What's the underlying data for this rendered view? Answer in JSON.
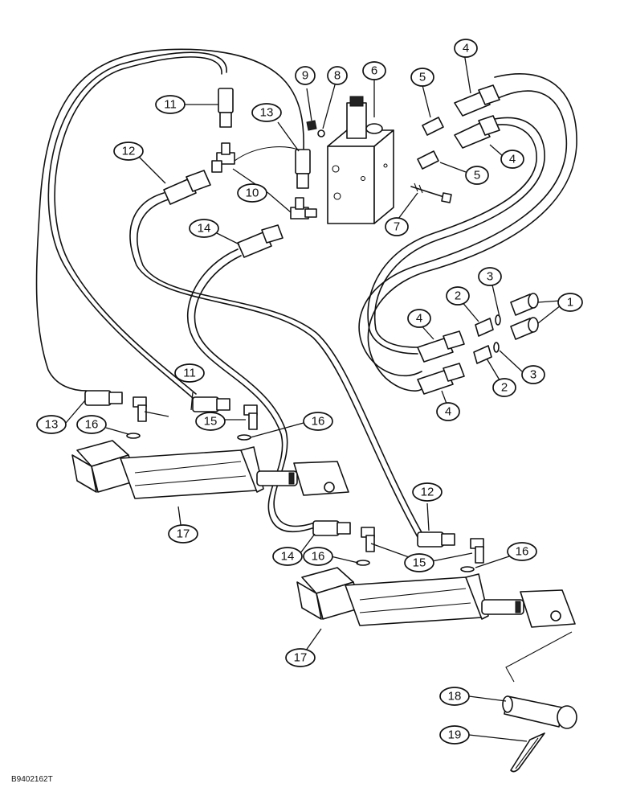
{
  "drawing_code": "B9402162T",
  "callouts": [
    {
      "id": "c1a",
      "label": "1"
    },
    {
      "id": "c2a",
      "label": "2"
    },
    {
      "id": "c2b",
      "label": "2"
    },
    {
      "id": "c3a",
      "label": "3"
    },
    {
      "id": "c3b",
      "label": "3"
    },
    {
      "id": "c4a",
      "label": "4"
    },
    {
      "id": "c4b",
      "label": "4"
    },
    {
      "id": "c4c",
      "label": "4"
    },
    {
      "id": "c4d",
      "label": "4"
    },
    {
      "id": "c5a",
      "label": "5"
    },
    {
      "id": "c5b",
      "label": "5"
    },
    {
      "id": "c6",
      "label": "6"
    },
    {
      "id": "c7",
      "label": "7"
    },
    {
      "id": "c8",
      "label": "8"
    },
    {
      "id": "c9",
      "label": "9"
    },
    {
      "id": "c10",
      "label": "10"
    },
    {
      "id": "c11a",
      "label": "11"
    },
    {
      "id": "c11b",
      "label": "11"
    },
    {
      "id": "c12a",
      "label": "12"
    },
    {
      "id": "c12b",
      "label": "12"
    },
    {
      "id": "c13a",
      "label": "13"
    },
    {
      "id": "c13b",
      "label": "13"
    },
    {
      "id": "c14a",
      "label": "14"
    },
    {
      "id": "c14b",
      "label": "14"
    },
    {
      "id": "c15a",
      "label": "15"
    },
    {
      "id": "c15b",
      "label": "15"
    },
    {
      "id": "c16a",
      "label": "16"
    },
    {
      "id": "c16b",
      "label": "16"
    },
    {
      "id": "c16c",
      "label": "16"
    },
    {
      "id": "c16d",
      "label": "16"
    },
    {
      "id": "c17a",
      "label": "17"
    },
    {
      "id": "c17b",
      "label": "17"
    },
    {
      "id": "c18",
      "label": "18"
    },
    {
      "id": "c19",
      "label": "19"
    }
  ]
}
